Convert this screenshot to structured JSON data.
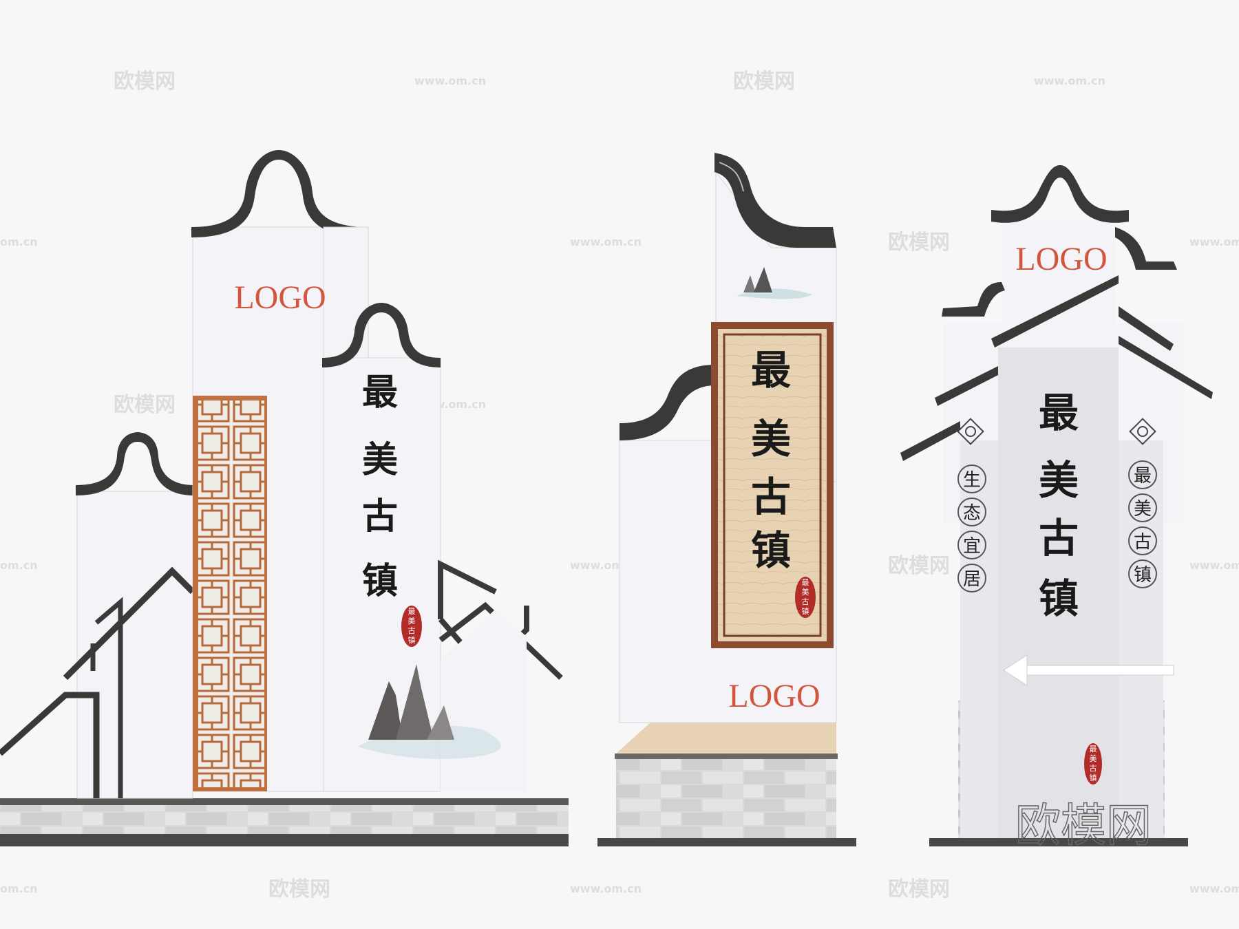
{
  "signs": {
    "left": {
      "logo": "LOGO",
      "title_chars": [
        "最",
        "美",
        "古",
        "镇"
      ],
      "seal_chars": [
        "最",
        "美",
        "古",
        "镇"
      ]
    },
    "middle": {
      "logo": "LOGO",
      "title_chars": [
        "最",
        "美",
        "古",
        "镇"
      ],
      "seal_chars": [
        "最",
        "美",
        "古",
        "镇"
      ]
    },
    "right": {
      "logo": "LOGO",
      "title_chars": [
        "最",
        "美",
        "古",
        "镇"
      ],
      "left_couplet": [
        "生",
        "态",
        "宜",
        "居"
      ],
      "right_couplet": [
        "最",
        "美",
        "古",
        "镇"
      ],
      "seal_chars": [
        "最",
        "美",
        "古",
        "镇"
      ]
    }
  },
  "watermarks": {
    "cn": "欧模网",
    "url": "www.om.cn",
    "url_short": "om.cn",
    "big": "欧模网"
  },
  "colors": {
    "logo_red": "#d2553d",
    "roof_dark": "#3b3838",
    "wall": "#f4f4f8",
    "wood": "#c0703e",
    "seal": "#b22d2a"
  }
}
